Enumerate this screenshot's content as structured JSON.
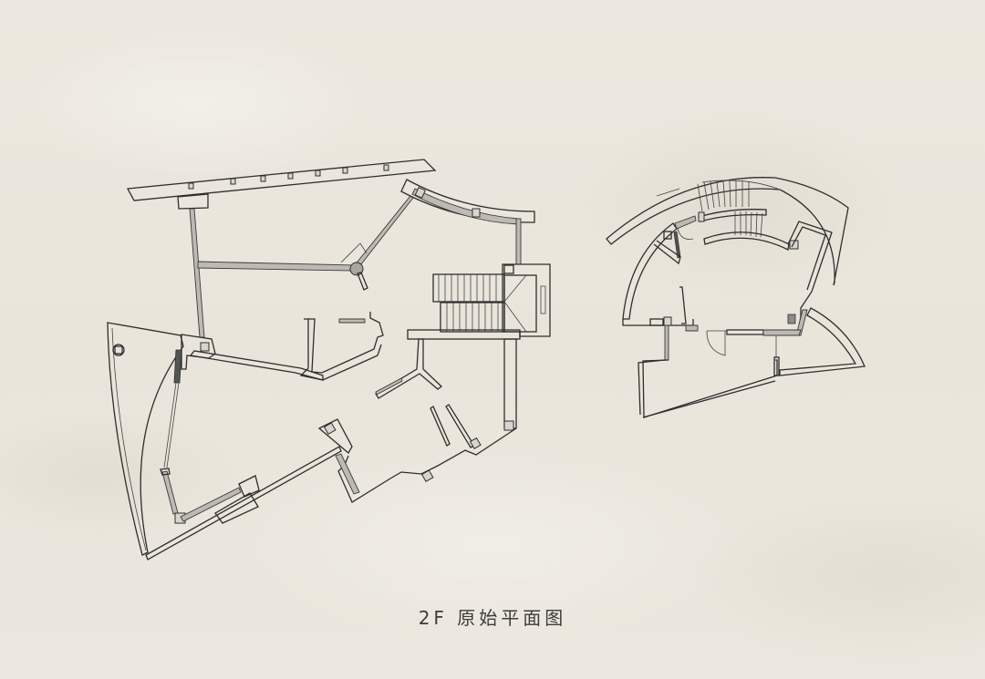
{
  "caption": {
    "text": "2F 原始平面图"
  },
  "diagram": {
    "type": "architectural-floor-plan",
    "floor_label": "2F",
    "title": "原始平面图",
    "plans": [
      {
        "name": "main-building-plan",
        "features": [
          "roof-overhang-beam",
          "curved-canopy",
          "staircase",
          "central-column",
          "wedge-shaped-room",
          "partition-walls"
        ]
      },
      {
        "name": "annex-building-plan",
        "features": [
          "curved-staircase",
          "curved-outer-wall",
          "door-swings",
          "entrance-wedge"
        ]
      }
    ],
    "colors": {
      "background": "#ebe7dd",
      "line": "#2e2e2e",
      "hatch": "#bdbab3",
      "caption": "#3c3c3c"
    }
  }
}
